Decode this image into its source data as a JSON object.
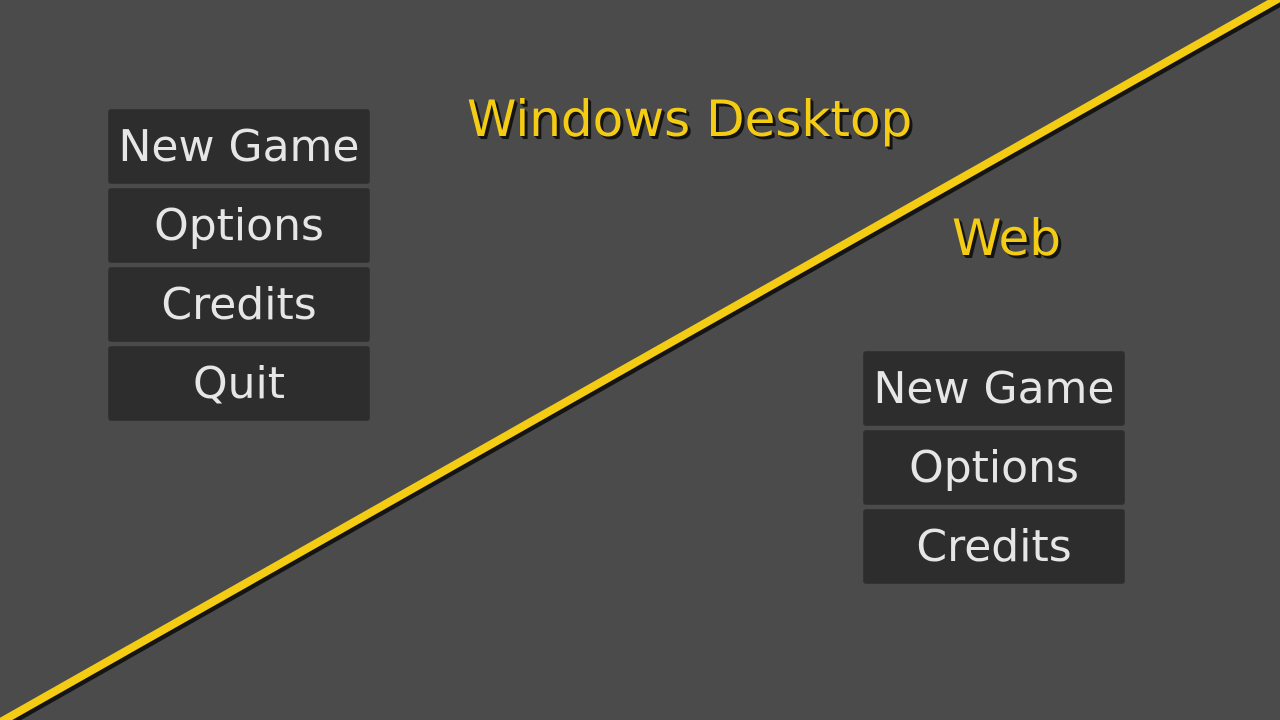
{
  "colors": {
    "background": "#4b4b4b",
    "accent_yellow": "#f5cc14",
    "button_bg": "#2d2d2d",
    "button_text": "#e6e6e6",
    "divider_shadow": "#141414"
  },
  "desktop_section": {
    "heading": "Windows Desktop",
    "menu": [
      {
        "label": "New Game"
      },
      {
        "label": "Options"
      },
      {
        "label": "Credits"
      },
      {
        "label": "Quit"
      }
    ]
  },
  "web_section": {
    "heading": "Web",
    "menu": [
      {
        "label": "New Game"
      },
      {
        "label": "Options"
      },
      {
        "label": "Credits"
      }
    ]
  }
}
